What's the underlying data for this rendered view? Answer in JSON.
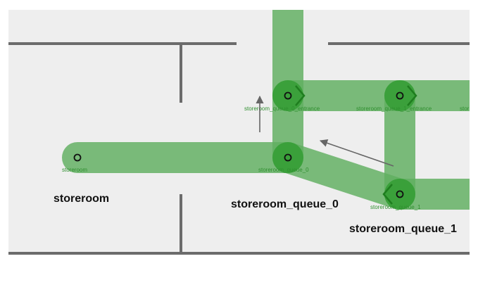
{
  "map": {
    "floor_color": "#eeeeee",
    "wall_color": "#6b6b6b",
    "lane_color": "#5fae5f",
    "waypoint_color": "#2e9b2e",
    "arrow_color": "#666666",
    "waypoints": {
      "storeroom": {
        "label": "storeroom",
        "icon": "waypoint-marker-icon"
      },
      "queue_0": {
        "label": "storeroom_queue_0",
        "icon": "waypoint-marker-icon"
      },
      "queue_1": {
        "label": "storeroom_queue_1",
        "icon": "waypoint-marker-icon"
      },
      "queue_0_entrance": {
        "label": "storeroom_queue_0_entrance",
        "icon": "waypoint-marker-icon"
      },
      "queue_1_entrance": {
        "label": "storeroom_queue_1_entrance",
        "icon": "waypoint-marker-icon"
      },
      "edge_label": "stor"
    },
    "room_labels": {
      "storeroom": "storeroom",
      "queue_0": "storeroom_queue_0",
      "queue_1": "storeroom_queue_1"
    },
    "arrows": [
      "direction-arrow-icon",
      "direction-arrow-icon"
    ]
  }
}
